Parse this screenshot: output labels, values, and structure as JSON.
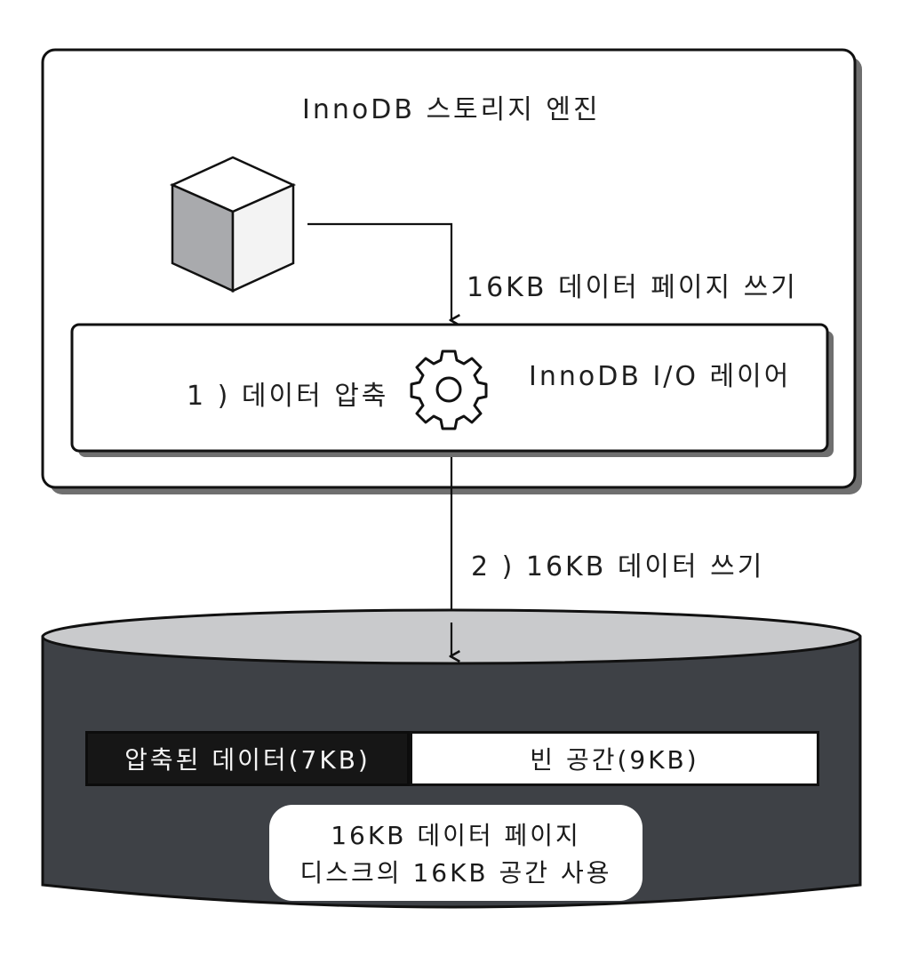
{
  "engine": {
    "title": "InnoDB 스토리지 엔진"
  },
  "arrows": {
    "write_page": "16KB 데이터 페이지 쓰기",
    "disk_write": "2 ) 16KB 데이터 쓰기"
  },
  "io_layer": {
    "title": "InnoDB I/O 레이어",
    "step1": "1 ) 데이터 압축"
  },
  "disk": {
    "compressed_label": "압축된 데이터(7KB)",
    "empty_label": "빈 공간(9KB)",
    "note_line1": "16KB 데이터 페이지",
    "note_line2": "디스크의 16KB 공간 사용"
  },
  "icons": {
    "page": "cube-icon",
    "compression": "gear-icon"
  },
  "colors": {
    "disk_body": "#3e4146",
    "disk_top": "#c9cacc",
    "compressed_fill": "#161616",
    "outline": "#111111"
  }
}
